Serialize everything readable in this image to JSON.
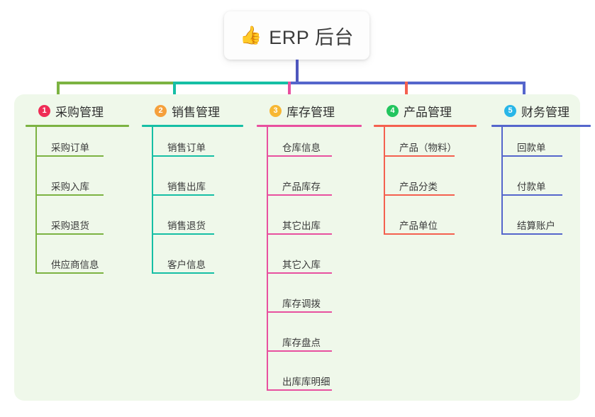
{
  "root": {
    "icon": "thumbs-up-icon",
    "emoji": "👍",
    "title": "ERP 后台"
  },
  "theme": {
    "page_background": "#ffffff",
    "panel_background": "#eff8ea",
    "root_stem": "#4e56bd"
  },
  "columns": [
    {
      "index": "1",
      "title": "采购管理",
      "badge_color": "#ef2d56",
      "line_color": "#7cb342",
      "items": [
        {
          "label": "采购订单"
        },
        {
          "label": "采购入库"
        },
        {
          "label": "采购退货"
        },
        {
          "label": "供应商信息"
        }
      ]
    },
    {
      "index": "2",
      "title": "销售管理",
      "badge_color": "#f5a03c",
      "line_color": "#16bfa5",
      "items": [
        {
          "label": "销售订单"
        },
        {
          "label": "销售出库"
        },
        {
          "label": "销售退货"
        },
        {
          "label": "客户信息"
        }
      ]
    },
    {
      "index": "3",
      "title": "库存管理",
      "badge_color": "#f7b733",
      "line_color": "#e8509f",
      "items": [
        {
          "label": "仓库信息"
        },
        {
          "label": "产品库存"
        },
        {
          "label": "其它出库"
        },
        {
          "label": "其它入库"
        },
        {
          "label": "库存调拨"
        },
        {
          "label": "库存盘点"
        },
        {
          "label": "出库库明细"
        }
      ]
    },
    {
      "index": "4",
      "title": "产品管理",
      "badge_color": "#22c55e",
      "line_color": "#f4604f",
      "items": [
        {
          "label": "产品（物料）"
        },
        {
          "label": "产品分类"
        },
        {
          "label": "产品单位"
        }
      ]
    },
    {
      "index": "5",
      "title": "财务管理",
      "badge_color": "#29b6e8",
      "line_color": "#5566cc",
      "items": [
        {
          "label": "回款单"
        },
        {
          "label": "付款单"
        },
        {
          "label": "结算账户"
        }
      ]
    }
  ]
}
